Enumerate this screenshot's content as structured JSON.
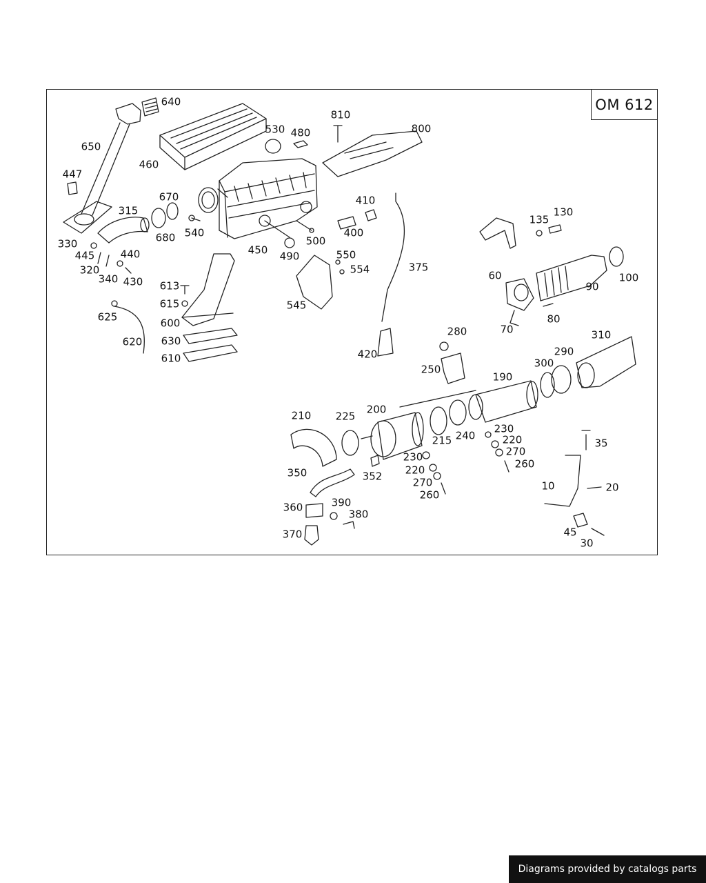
{
  "model": "OM 612",
  "credit": "Diagrams provided by catalogs parts",
  "parts": [
    {
      "id": "640",
      "label": "640"
    },
    {
      "id": "650",
      "label": "650"
    },
    {
      "id": "460",
      "label": "460"
    },
    {
      "id": "447",
      "label": "447"
    },
    {
      "id": "670",
      "label": "670"
    },
    {
      "id": "315",
      "label": "315"
    },
    {
      "id": "680",
      "label": "680"
    },
    {
      "id": "540",
      "label": "540"
    },
    {
      "id": "330",
      "label": "330"
    },
    {
      "id": "445",
      "label": "445"
    },
    {
      "id": "440",
      "label": "440"
    },
    {
      "id": "320",
      "label": "320"
    },
    {
      "id": "340",
      "label": "340"
    },
    {
      "id": "430",
      "label": "430"
    },
    {
      "id": "810",
      "label": "810"
    },
    {
      "id": "530",
      "label": "530"
    },
    {
      "id": "480",
      "label": "480"
    },
    {
      "id": "800",
      "label": "800"
    },
    {
      "id": "410",
      "label": "410"
    },
    {
      "id": "400",
      "label": "400"
    },
    {
      "id": "450",
      "label": "450"
    },
    {
      "id": "500",
      "label": "500"
    },
    {
      "id": "490",
      "label": "490"
    },
    {
      "id": "550",
      "label": "550"
    },
    {
      "id": "554",
      "label": "554"
    },
    {
      "id": "375",
      "label": "375"
    },
    {
      "id": "545",
      "label": "545"
    },
    {
      "id": "613",
      "label": "613"
    },
    {
      "id": "615",
      "label": "615"
    },
    {
      "id": "600",
      "label": "600"
    },
    {
      "id": "630",
      "label": "630"
    },
    {
      "id": "610",
      "label": "610"
    },
    {
      "id": "625",
      "label": "625"
    },
    {
      "id": "620",
      "label": "620"
    },
    {
      "id": "420",
      "label": "420"
    },
    {
      "id": "135",
      "label": "135"
    },
    {
      "id": "130",
      "label": "130"
    },
    {
      "id": "60",
      "label": "60"
    },
    {
      "id": "90",
      "label": "90"
    },
    {
      "id": "100",
      "label": "100"
    },
    {
      "id": "80",
      "label": "80"
    },
    {
      "id": "70",
      "label": "70"
    },
    {
      "id": "280",
      "label": "280"
    },
    {
      "id": "310",
      "label": "310"
    },
    {
      "id": "250",
      "label": "250"
    },
    {
      "id": "290",
      "label": "290"
    },
    {
      "id": "300",
      "label": "300"
    },
    {
      "id": "190",
      "label": "190"
    },
    {
      "id": "210",
      "label": "210"
    },
    {
      "id": "225",
      "label": "225"
    },
    {
      "id": "200",
      "label": "200"
    },
    {
      "id": "215",
      "label": "215"
    },
    {
      "id": "240",
      "label": "240"
    },
    {
      "id": "230a",
      "label": "230"
    },
    {
      "id": "220a",
      "label": "220"
    },
    {
      "id": "270a",
      "label": "270"
    },
    {
      "id": "260a",
      "label": "260"
    },
    {
      "id": "230b",
      "label": "230"
    },
    {
      "id": "220b",
      "label": "220"
    },
    {
      "id": "270b",
      "label": "270"
    },
    {
      "id": "260b",
      "label": "260"
    },
    {
      "id": "350",
      "label": "350"
    },
    {
      "id": "352",
      "label": "352"
    },
    {
      "id": "360",
      "label": "360"
    },
    {
      "id": "390",
      "label": "390"
    },
    {
      "id": "380",
      "label": "380"
    },
    {
      "id": "370",
      "label": "370"
    },
    {
      "id": "35",
      "label": "35"
    },
    {
      "id": "10",
      "label": "10"
    },
    {
      "id": "20",
      "label": "20"
    },
    {
      "id": "45",
      "label": "45"
    },
    {
      "id": "30",
      "label": "30"
    }
  ]
}
